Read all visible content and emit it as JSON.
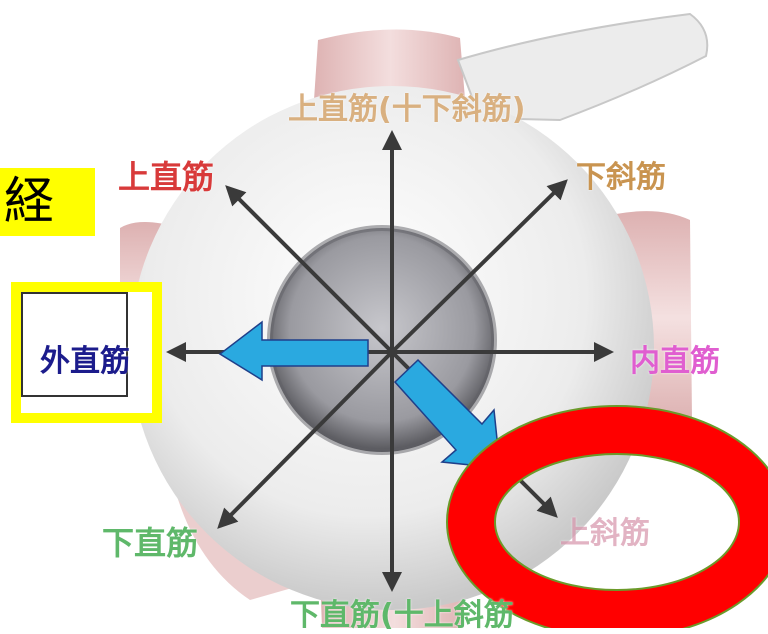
{
  "labels": {
    "superior_rectus_plus_inferior_oblique": "上直筋(十下斜筋)",
    "superior_rectus": "上直筋",
    "inferior_oblique": "下斜筋",
    "lateral_rectus": "外直筋",
    "medial_rectus": "内直筋",
    "inferior_rectus": "下直筋",
    "superior_oblique": "上斜筋",
    "inferior_rectus_plus_superior_oblique": "下直筋(十上斜筋"
  },
  "callout": {
    "text": "経"
  },
  "colors": {
    "callout_yellow": "#ffff00",
    "blue_arrow": "#2aa9e0",
    "red_ring": "#ff0000",
    "ring_outline": "#6b9a2a",
    "gray_arrow": "#3a3a3a",
    "eye_white": "#f2f2f2",
    "muscle_pink": "#e4c0c0",
    "label_red": "#d83a3a",
    "label_orange": "#c99450",
    "label_purple": "#1c1c8c",
    "label_pink": "#e05ed0",
    "label_green": "#5fb86a"
  }
}
